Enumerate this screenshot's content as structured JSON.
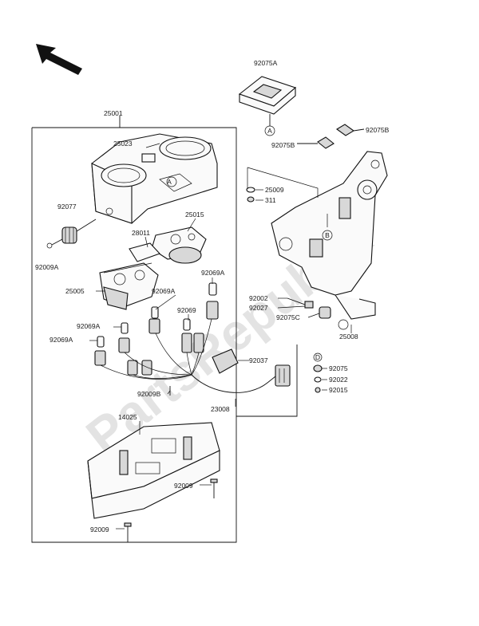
{
  "diagram": {
    "watermark": "PartsRepublik",
    "labels": {
      "p92075A": "92075A",
      "p25001": "25001",
      "p25023": "25023",
      "p92075B_right": "92075B",
      "p92075B_left": "92075B",
      "p25009": "25009",
      "p311": "311",
      "p92077": "92077",
      "p25015": "25015",
      "p28011": "28011",
      "p92009A_left": "92009A",
      "p92069A_1": "92069A",
      "p25005": "25005",
      "p92069A_2": "92069A",
      "p92069": "92069",
      "p92002": "92002",
      "p92027": "92027",
      "p92075C": "92075C",
      "p25008": "25008",
      "p92069A_3": "92069A",
      "p92069A_4": "92069A",
      "p92037": "92037",
      "p92075": "92075",
      "p92022": "92022",
      "p92015": "92015",
      "p92009B": "92009B",
      "p23008": "23008",
      "p14025": "14025",
      "p92009_1": "92009",
      "p92009_2": "92009"
    },
    "markers": {
      "A": "A",
      "B": "B",
      "D": "D"
    }
  }
}
